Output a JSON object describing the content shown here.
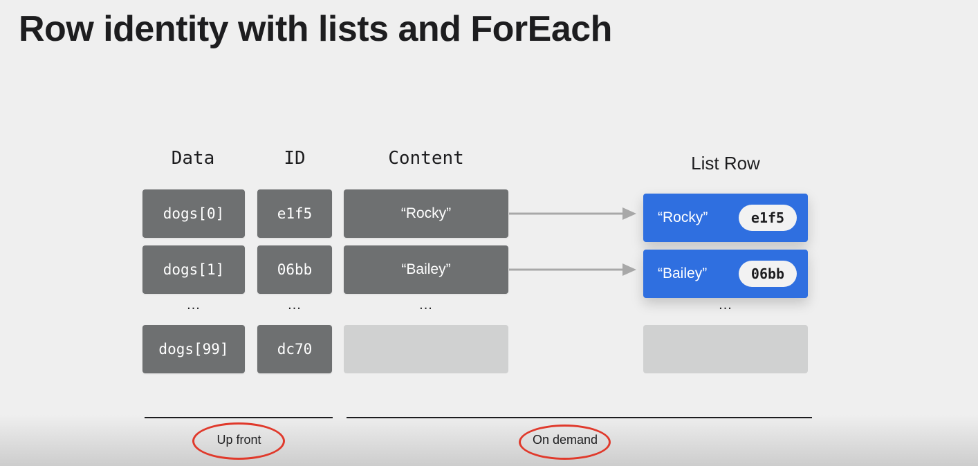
{
  "title": "Row identity with lists and ForEach",
  "columns": {
    "data": "Data",
    "id": "ID",
    "content": "Content",
    "list_row": "List Row"
  },
  "rows": [
    {
      "data": "dogs[0]",
      "id": "e1f5",
      "content": "“Rocky”"
    },
    {
      "data": "dogs[1]",
      "id": "06bb",
      "content": "“Bailey”"
    },
    {
      "data": "dogs[99]",
      "id": "dc70",
      "content": ""
    }
  ],
  "ellipsis": "...",
  "list_rows": [
    {
      "label": "“Rocky”",
      "id": "e1f5"
    },
    {
      "label": "“Bailey”",
      "id": "06bb"
    }
  ],
  "footer": {
    "up_front": "Up front",
    "on_demand": "On demand"
  },
  "colors": {
    "cell": "#6e7071",
    "placeholder": "#d0d1d1",
    "list_row": "#2f6fe0",
    "arrow": "#a8a8a8",
    "highlight_circle": "#e0392b"
  }
}
